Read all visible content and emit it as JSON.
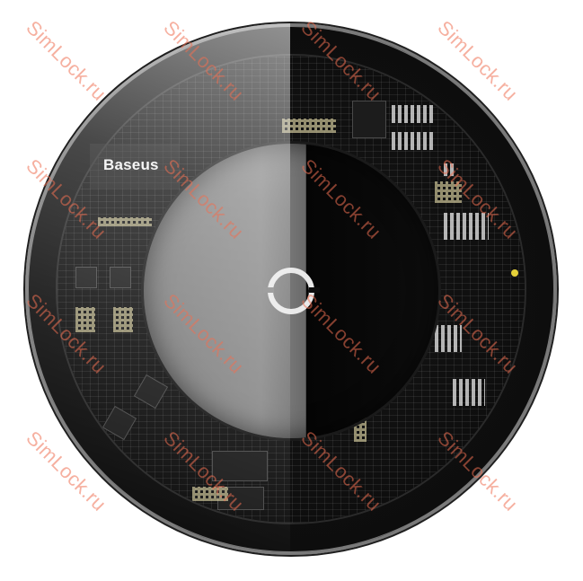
{
  "image": {
    "subject": "Wireless charging pad with transparent top showing circuit board",
    "brand_label": "Baseus",
    "colors": {
      "background": "#ffffff",
      "body": "#0d0d0d",
      "center_left": "#8a8a8a",
      "center_right": "#050505",
      "logo_ring": "#e9e9e9",
      "watermark": "#ee7052",
      "indicator_led": "#e6d23a"
    }
  },
  "watermarks": {
    "text": "SimLock.ru",
    "items": [
      {
        "text": "SimLock.ru"
      },
      {
        "text": "SimLock.ru"
      },
      {
        "text": "SimLock.ru"
      },
      {
        "text": "SimLock.ru"
      },
      {
        "text": "SimLock.ru"
      },
      {
        "text": "SimLock.ru"
      },
      {
        "text": "SimLock.ru"
      },
      {
        "text": "SimLock.ru"
      },
      {
        "text": "SimLock.ru"
      },
      {
        "text": "SimLock.ru"
      },
      {
        "text": "SimLock.ru"
      },
      {
        "text": "SimLock.ru"
      },
      {
        "text": "SimLock.ru"
      },
      {
        "text": "SimLock.ru"
      },
      {
        "text": "SimLock.ru"
      },
      {
        "text": "SimLock.ru"
      }
    ]
  }
}
